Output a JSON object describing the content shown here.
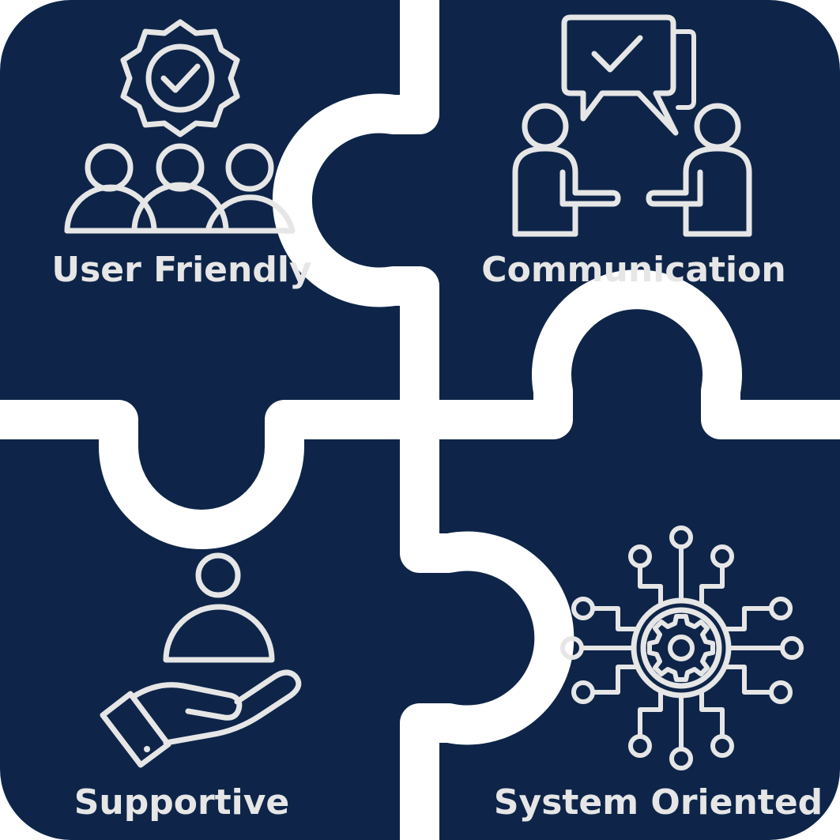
{
  "colors": {
    "piece": "#0e2549",
    "gap": "#ffffff",
    "icon": "#e6e6e6"
  },
  "pieces": [
    {
      "id": "top-left",
      "label": "User Friendly",
      "icon": "team-badge-icon"
    },
    {
      "id": "top-right",
      "label": "Communication",
      "icon": "conversation-icon"
    },
    {
      "id": "bottom-left",
      "label": "Supportive",
      "icon": "helping-hand-icon"
    },
    {
      "id": "bottom-right",
      "label": "System Oriented",
      "icon": "gear-circuit-icon"
    }
  ]
}
